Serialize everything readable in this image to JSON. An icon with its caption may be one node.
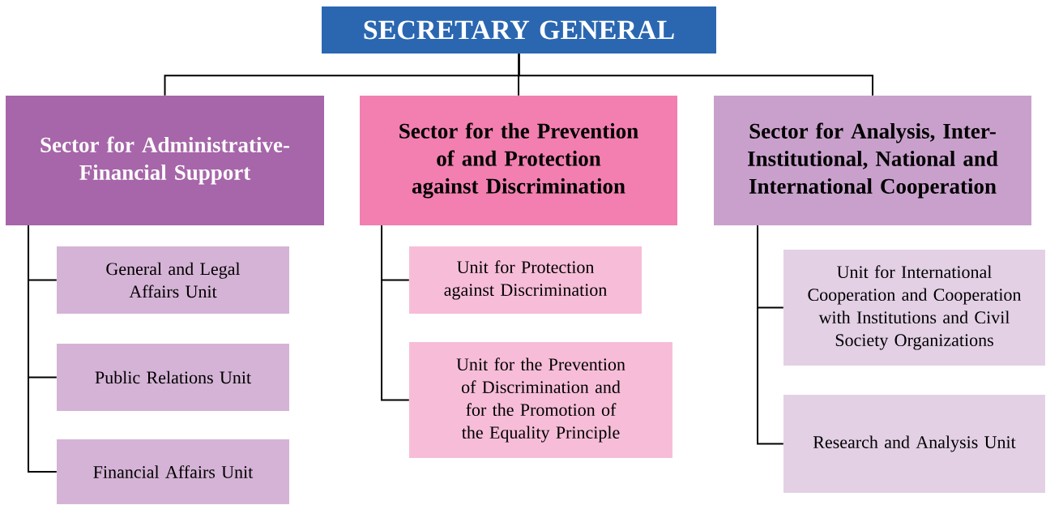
{
  "diagram": {
    "nodes": [
      {
        "text": [
          "SECRETARY GENERAL"
        ]
      },
      {
        "text": [
          "Sector for Administrative-Financial Support"
        ]
      },
      {
        "text": [
          "Sector for the Prevention of and Protection against Discrimination"
        ]
      },
      {
        "text": [
          "Sector for Analysis, Inter-Institutional, National and International Cooperation"
        ]
      },
      {
        "text": [
          "General and Legal Affairs Unit"
        ]
      },
      {
        "text": [
          "Public Relations Unit"
        ]
      },
      {
        "text": [
          "Financial Affairs Unit"
        ]
      },
      {
        "text": [
          "Unit for Protection against Discrimination"
        ]
      },
      {
        "text": [
          "Unit for the Prevention of Discrimination and for the Promotion of the Equality Principle"
        ]
      },
      {
        "text": [
          "Unit for International Cooperation and Cooperation with Institutions and Civil Society Organizations"
        ]
      },
      {
        "text": [
          "Research and Analysis Unit"
        ]
      }
    ],
    "edges": [
      {
        "from": 0,
        "to": 1,
        "arrow": "none"
      },
      {
        "from": 0,
        "to": 2,
        "arrow": "none"
      },
      {
        "from": 0,
        "to": 3,
        "arrow": "none"
      },
      {
        "from": 1,
        "to": 4,
        "arrow": "none"
      },
      {
        "from": 1,
        "to": 5,
        "arrow": "none"
      },
      {
        "from": 1,
        "to": 6,
        "arrow": "none"
      },
      {
        "from": 2,
        "to": 7,
        "arrow": "none"
      },
      {
        "from": 2,
        "to": 8,
        "arrow": "none"
      },
      {
        "from": 3,
        "to": 9,
        "arrow": "none"
      },
      {
        "from": 3,
        "to": 10,
        "arrow": "none"
      }
    ]
  }
}
